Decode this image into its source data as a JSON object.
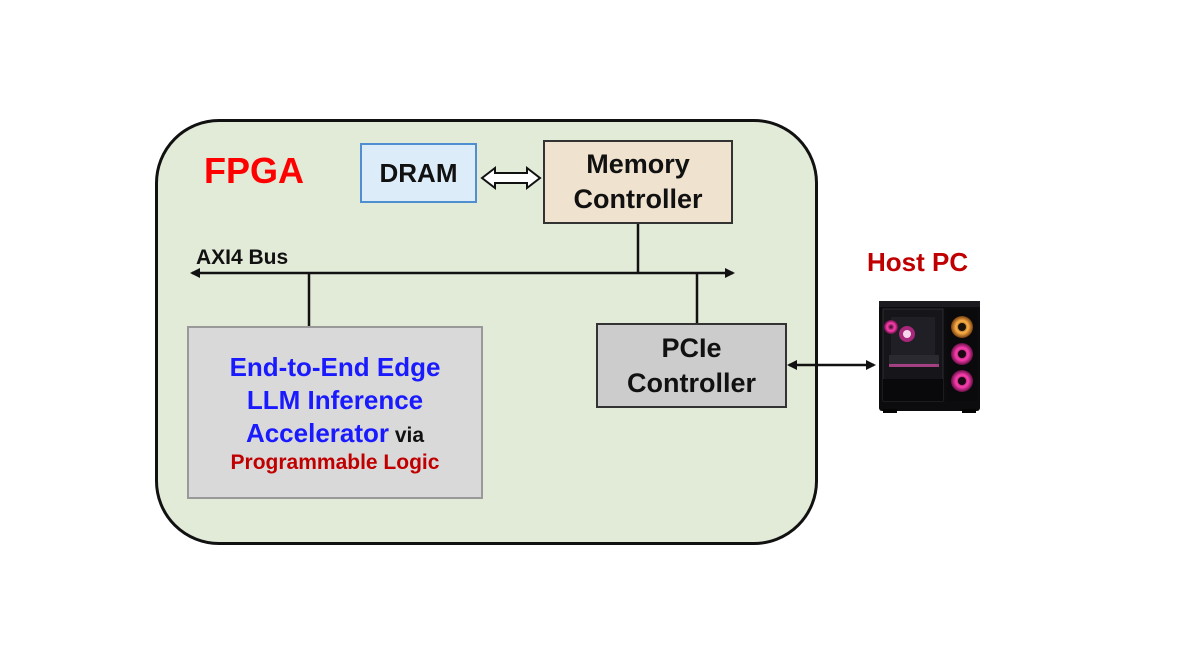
{
  "fpga": {
    "label": "FPGA"
  },
  "dram": {
    "label": "DRAM"
  },
  "memory_controller": {
    "line1": "Memory",
    "line2": "Controller"
  },
  "bus": {
    "label": "AXI4 Bus"
  },
  "pcie_controller": {
    "line1": "PCIe",
    "line2": "Controller"
  },
  "accelerator": {
    "line1": "End-to-End Edge",
    "line2": "LLM Inference",
    "line3_main": "Accelerator",
    "line3_suffix": " via",
    "line4": "Programmable Logic"
  },
  "host": {
    "label": "Host PC",
    "icon": "desktop-pc-icon"
  },
  "colors": {
    "fpga_label": "#ff0000",
    "accelerator_text": "#1a1aff",
    "programmable_logic": "#c00000",
    "host_label": "#c00000",
    "board_fill": "#e2ead8",
    "dram_fill": "#dcedf9",
    "dram_border": "#4f8fd1",
    "memory_controller_fill": "#efe2cf",
    "pcie_fill": "#cccccc",
    "accelerator_fill": "#d9d9d9"
  }
}
